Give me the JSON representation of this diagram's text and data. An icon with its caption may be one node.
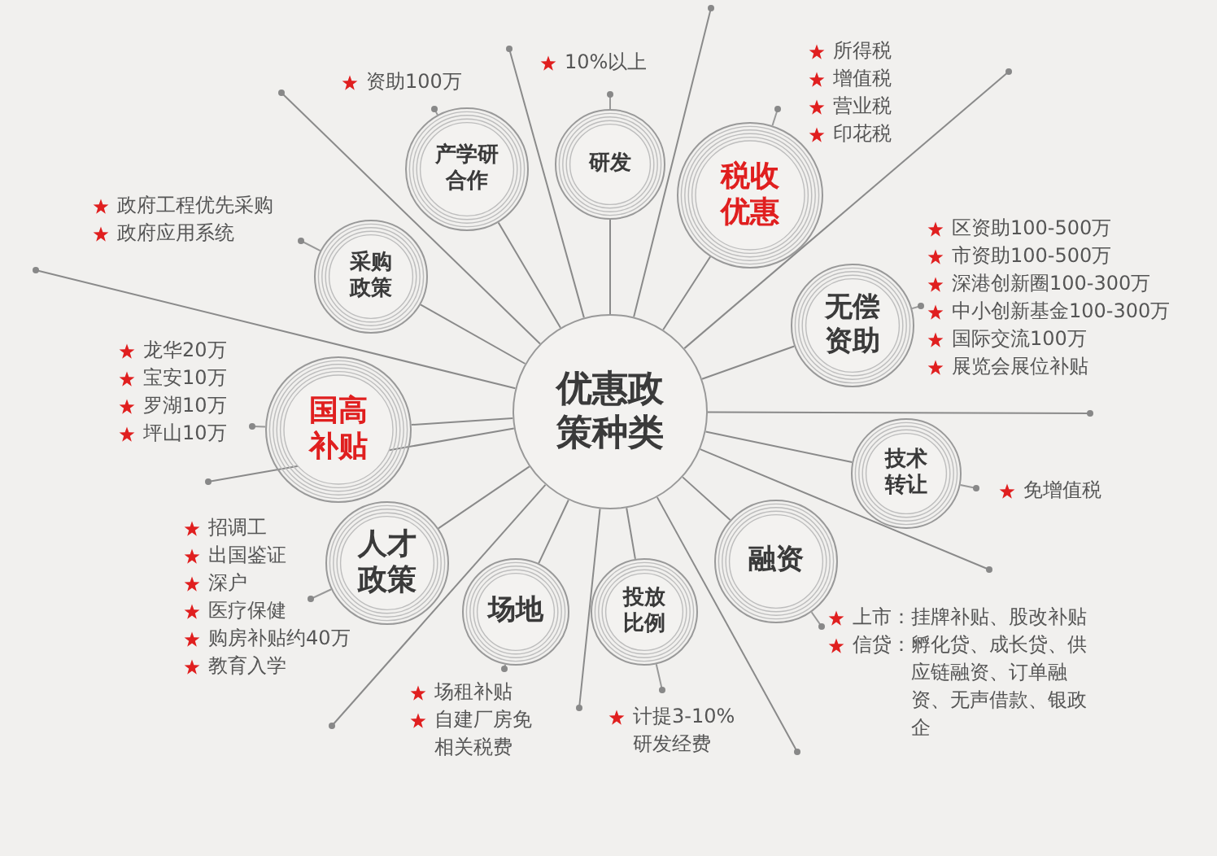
{
  "diagram": {
    "nodes": [
      {
        "text": [
          "优惠政策种类"
        ]
      },
      {
        "text": [
          "产学研合作"
        ],
        "beside": [
          "资助100万"
        ]
      },
      {
        "text": [
          "研发"
        ],
        "beside": [
          "10%以上"
        ]
      },
      {
        "text": [
          "税收优惠"
        ],
        "beside": [
          "所得税",
          "增值税",
          "营业税",
          "印花税"
        ]
      },
      {
        "text": [
          "无偿资助"
        ],
        "beside": [
          "区资助100-500万",
          "市资助100-500万",
          "深港创新圈100-300万",
          "中小创新基金100-300万",
          "国际交流100万",
          "展览会展位补贴"
        ]
      },
      {
        "text": [
          "采购政策"
        ],
        "beside": [
          "政府工程优先采购",
          "政府应用系统"
        ]
      },
      {
        "text": [
          "国高补贴"
        ],
        "beside": [
          "龙华20万",
          "宝安10万",
          "罗湖10万",
          "坪山10万"
        ]
      },
      {
        "text": [
          "技术转让"
        ],
        "beside": [
          "免增值税"
        ]
      },
      {
        "text": [
          "人才政策"
        ],
        "beside": [
          "招调工",
          "出国鉴证",
          "深户",
          "医疗保健",
          "购房补贴约40万",
          "教育入学"
        ]
      },
      {
        "text": [
          "融资"
        ],
        "beside": [
          "上市：挂牌补贴、股改补贴",
          "信贷：孵化贷、成长贷、供应链融资、订单融资、无声借款、银政企"
        ]
      },
      {
        "text": [
          "场地"
        ],
        "beside": [
          "场租补贴",
          "自建厂房免相关税费"
        ]
      },
      {
        "text": [
          "投放比例"
        ],
        "beside": [
          "计提3-10%研发经费"
        ]
      }
    ],
    "edges": [
      {
        "from": 0,
        "to": 1,
        "arrow": "none"
      },
      {
        "from": 0,
        "to": 2,
        "arrow": "none"
      },
      {
        "from": 0,
        "to": 3,
        "arrow": "none"
      },
      {
        "from": 0,
        "to": 4,
        "arrow": "none"
      },
      {
        "from": 0,
        "to": 5,
        "arrow": "none"
      },
      {
        "from": 0,
        "to": 6,
        "arrow": "none"
      },
      {
        "from": 0,
        "to": 7,
        "arrow": "none"
      },
      {
        "from": 0,
        "to": 8,
        "arrow": "none"
      },
      {
        "from": 0,
        "to": 9,
        "arrow": "none"
      },
      {
        "from": 0,
        "to": 10,
        "arrow": "none"
      },
      {
        "from": 0,
        "to": 11,
        "arrow": "none"
      },
      {
        "from": 0,
        "to": null,
        "arrow": "none"
      },
      {
        "from": 0,
        "to": null,
        "arrow": "none"
      },
      {
        "from": 0,
        "to": null,
        "arrow": "none"
      },
      {
        "from": 0,
        "to": null,
        "arrow": "none"
      },
      {
        "from": 0,
        "to": null,
        "arrow": "none"
      },
      {
        "from": 0,
        "to": null,
        "arrow": "none"
      },
      {
        "from": 0,
        "to": null,
        "arrow": "none"
      },
      {
        "from": 0,
        "to": null,
        "arrow": "none"
      },
      {
        "from": 0,
        "to": null,
        "arrow": "none"
      },
      {
        "from": 0,
        "to": null,
        "arrow": "none"
      },
      {
        "from": 0,
        "to": null,
        "arrow": "none"
      }
    ]
  }
}
